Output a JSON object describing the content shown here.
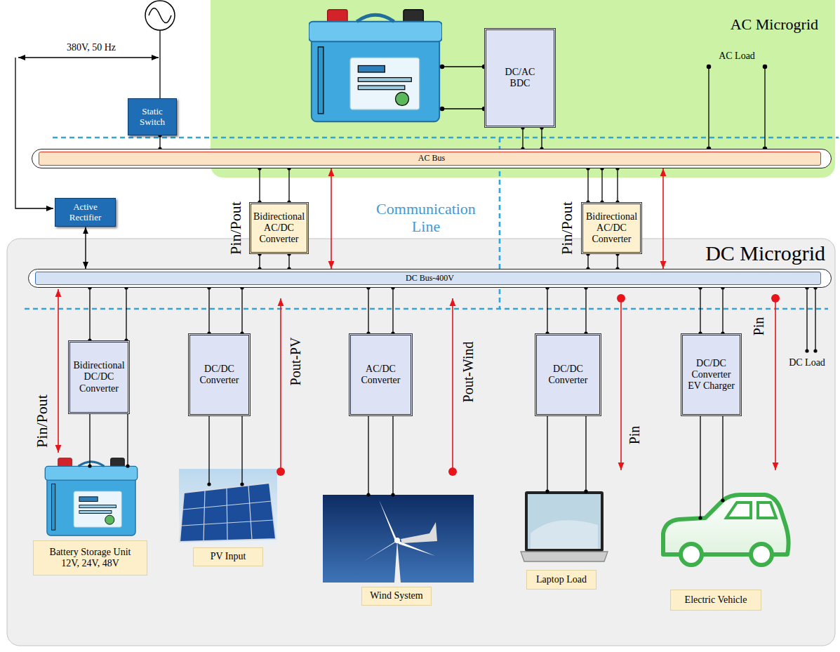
{
  "diagram": {
    "nodes": [
      {
        "text": [
          "AC Microgrid"
        ]
      },
      {
        "text": [
          "DC/AC BDC"
        ],
        "in": 0
      },
      {
        "text": [
          "Static Switch"
        ]
      },
      {
        "text": [
          "AC Bus"
        ]
      },
      {
        "text": [
          "Active Rectifier"
        ]
      },
      {
        "text": [
          "Bidirectional AC/DC Converter"
        ]
      },
      {
        "text": [
          "Bidirectional AC/DC Converter"
        ]
      },
      {
        "text": [
          "DC Microgrid"
        ]
      },
      {
        "text": [
          "DC Bus-400V"
        ],
        "in": 7
      },
      {
        "text": [
          "Bidirectional DC/DC Converter"
        ],
        "in": 7
      },
      {
        "text": [
          "DC/DC Converter"
        ],
        "in": 7
      },
      {
        "text": [
          "AC/DC Converter"
        ],
        "in": 7
      },
      {
        "text": [
          "DC/DC Converter"
        ],
        "in": 7
      },
      {
        "text": [
          "DC/DC Converter EV Charger"
        ],
        "in": 7
      },
      {
        "text": [
          "Battery Storage Unit 12V, 24V, 48V"
        ],
        "in": 7
      },
      {
        "text": [
          "PV Input"
        ],
        "in": 7
      },
      {
        "text": [
          "Wind System"
        ],
        "in": 7
      },
      {
        "text": [
          "Laptop Load"
        ],
        "in": 7
      },
      {
        "text": [
          "Electric Vehicle"
        ],
        "in": 7
      }
    ],
    "edges": [
      {
        "from": 2,
        "to": 3,
        "arrow": "none"
      },
      {
        "from": 1,
        "to": 3,
        "arrow": "none"
      },
      {
        "from": 3,
        "to": 5,
        "arrow": "none"
      },
      {
        "from": 5,
        "to": 8,
        "arrow": "none"
      },
      {
        "from": 3,
        "to": 6,
        "arrow": "none"
      },
      {
        "from": 6,
        "to": 8,
        "arrow": "none"
      },
      {
        "from": 4,
        "to": 8,
        "arrow": "both"
      },
      {
        "from": 3,
        "to": 8,
        "arrow": "both"
      },
      {
        "from": 3,
        "to": 8,
        "arrow": "both"
      },
      {
        "from": 8,
        "to": 9,
        "arrow": "none"
      },
      {
        "from": 8,
        "to": 10,
        "arrow": "none"
      },
      {
        "from": 8,
        "to": 11,
        "arrow": "none"
      },
      {
        "from": 8,
        "to": 12,
        "arrow": "none"
      },
      {
        "from": 8,
        "to": 13,
        "arrow": "none"
      }
    ],
    "labels": [
      "380V, 50 Hz",
      "AC Load",
      "Pin/Pout",
      "Communication Line",
      "Pin/Pout",
      "Pin/Pout",
      "Pout-PV",
      "Pout-Wind",
      "Pin",
      "Pin",
      "DC Load"
    ]
  }
}
